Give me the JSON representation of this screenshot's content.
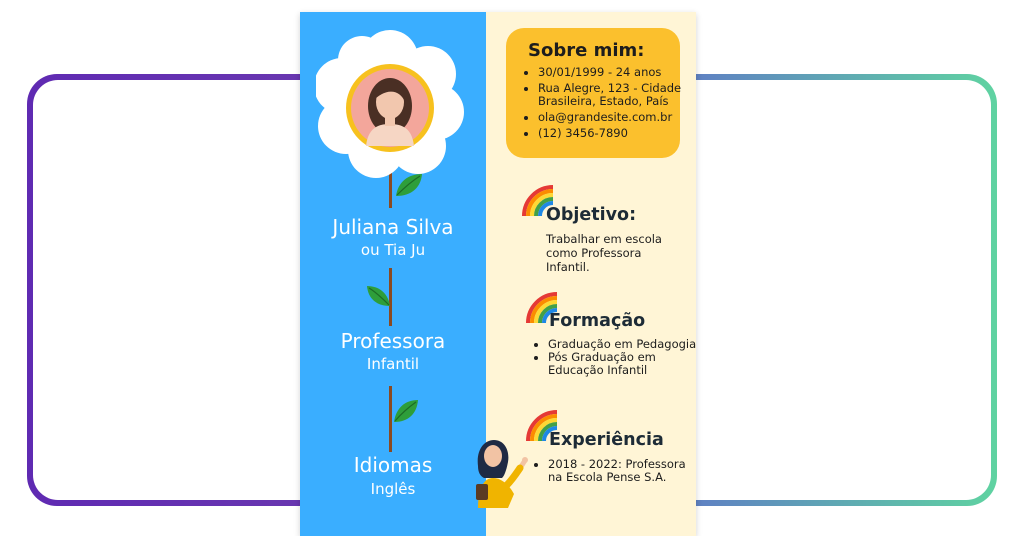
{
  "profile": {
    "name": "Juliana Silva",
    "nickname": "ou Tia Ju",
    "role_title": "Professora",
    "role_subtitle": "Infantil",
    "languages_title": "Idiomas",
    "languages_value": "Inglês"
  },
  "about": {
    "title": "Sobre mim:",
    "items": [
      "30/01/1999 - 24 anos",
      "Rua Alegre, 123 - Cidade Brasileira, Estado, País",
      "ola@grandesite.com.br",
      "(12) 3456-7890"
    ]
  },
  "objective": {
    "title": "Objetivo:",
    "text": "Trabalhar em escola como Professora Infantil."
  },
  "education": {
    "title": "Formação",
    "items": [
      "Graduação em Pedagogia",
      "Pós Graduação em Educação Infantil"
    ]
  },
  "experience": {
    "title": "Experiência",
    "items": [
      "2018 - 2022: Professora na Escola Pense S.A."
    ]
  },
  "colors": {
    "left_column": "#3aaeff",
    "right_column": "#fff5d6",
    "about_box": "#fbc02d",
    "frame_gradient_start": "#5f2ab2",
    "frame_gradient_end": "#5fd3a1"
  },
  "icons": [
    "flower-icon",
    "leaf-icon",
    "rainbow-icon",
    "teacher-illustration"
  ]
}
